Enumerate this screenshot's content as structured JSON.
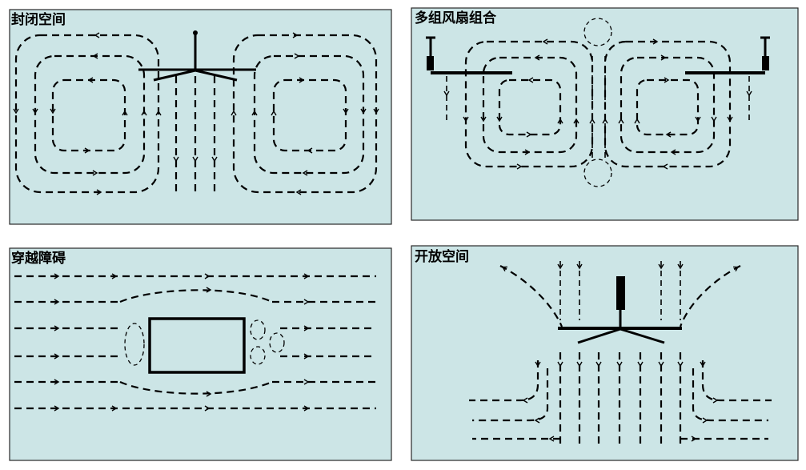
{
  "panels": {
    "enclosed": {
      "title": "封闭空间"
    },
    "multi_fan": {
      "title": "多组风扇组合"
    },
    "obstacle": {
      "title": "穿越障碍"
    },
    "open": {
      "title": "开放空间"
    }
  }
}
